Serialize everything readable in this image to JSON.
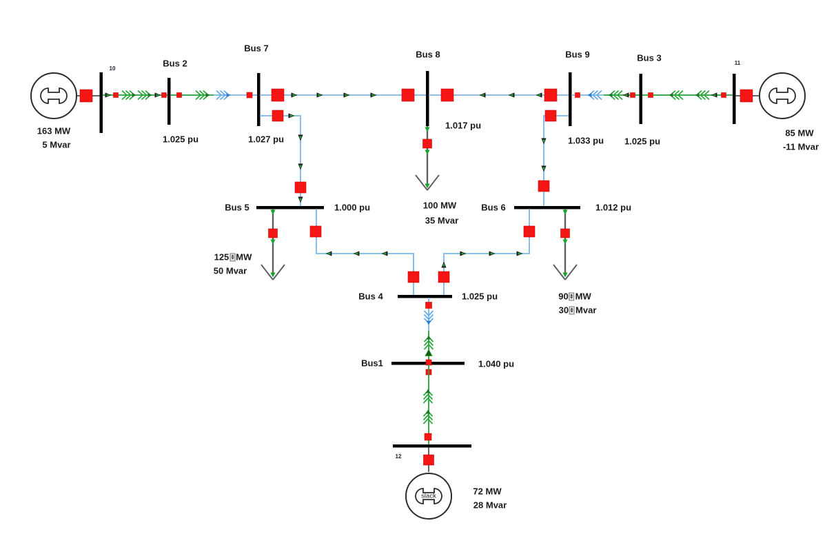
{
  "diagram_type": "power-system-oneline",
  "colors": {
    "ac_line": "#7db6ea",
    "gen_line": "#23a337",
    "breaker": "#f51515",
    "bus_bar": "#000000",
    "load": "#606060",
    "text": "#1b1b1b"
  },
  "buses": {
    "bus1": {
      "label": "Bus1",
      "voltage": "1.040 pu"
    },
    "bus2": {
      "label": "Bus 2",
      "voltage": "1.025 pu"
    },
    "bus3": {
      "label": "Bus 3",
      "voltage": "1.025 pu"
    },
    "bus4": {
      "label": "Bus 4",
      "voltage": "1.025 pu"
    },
    "bus5": {
      "label": "Bus 5",
      "voltage": "1.000 pu"
    },
    "bus6": {
      "label": "Bus 6",
      "voltage": "1.012 pu"
    },
    "bus7": {
      "label": "Bus 7",
      "voltage": "1.027 pu"
    },
    "bus8": {
      "label": "Bus 8",
      "voltage": "1.017 pu"
    },
    "bus9": {
      "label": "Bus 9",
      "voltage": "1.033 pu"
    },
    "bus10": {
      "label": "10"
    },
    "bus11": {
      "label": "11"
    },
    "bus12": {
      "label": "12"
    }
  },
  "generators": {
    "gen_left": {
      "mw": "163 MW",
      "mvar": "5 Mvar"
    },
    "gen_right": {
      "mw": "85 MW",
      "mvar": "-11 Mvar"
    },
    "gen_slack": {
      "label": "slack",
      "mw": "72 MW",
      "mvar": "28 Mvar"
    }
  },
  "loads": {
    "bus8": {
      "mw": "100 MW",
      "mvar": "35 Mvar"
    },
    "bus5": {
      "mw_value": "125",
      "mw_unit": "MW",
      "mvar": "50 Mvar"
    },
    "bus6": {
      "mw_value": "90",
      "mw_unit": "MW",
      "mvar_value": "30",
      "mvar_unit": "Mvar"
    }
  }
}
